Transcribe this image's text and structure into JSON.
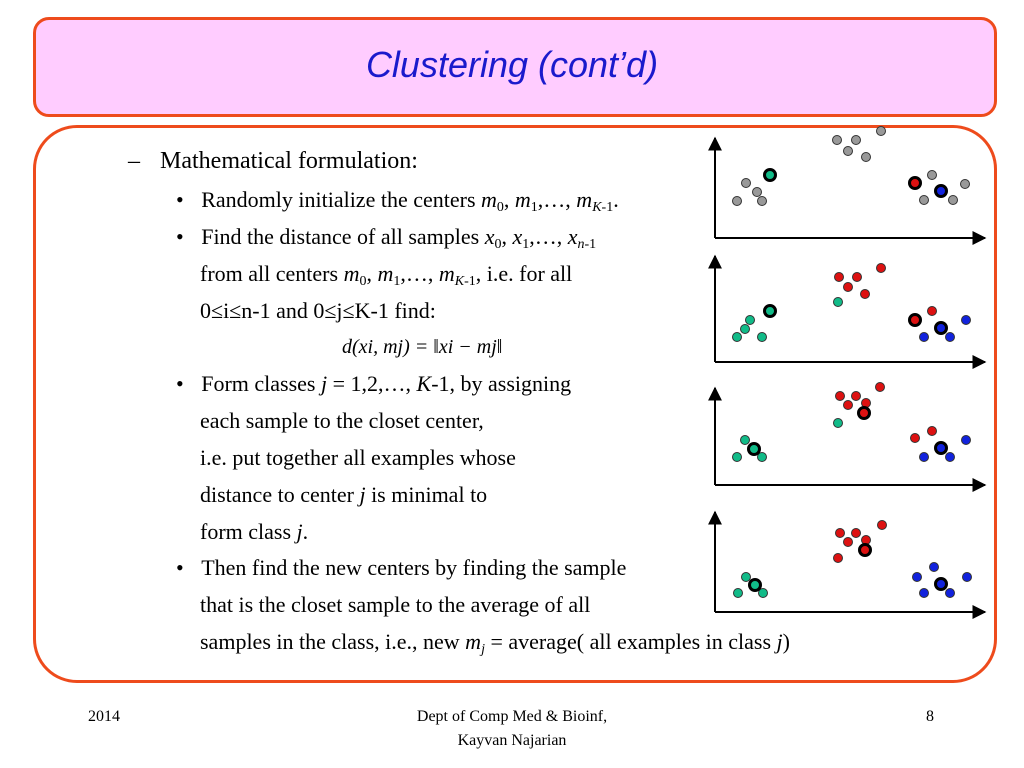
{
  "slide": {
    "title": "Clustering (cont’d)",
    "bullets": {
      "main_dash": "–",
      "main": "Mathematical formulation:",
      "dot": "•",
      "b1_pre": "Randomly initialize the centers ",
      "b2_pre": "Find the distance of all samples ",
      "b2_line2_pre": "from all centers ",
      "b2_line2_post": ", i.e. for all",
      "b2_line3": "0≤i≤n-1 and 0≤j≤K-1 find:",
      "formula": "d(xi, mj) = ‖xi − mj‖",
      "b3_pre": "Form classes ",
      "b3_mid": " = 1,2,…, ",
      "b3_post": "-1, by assigning",
      "b3_line2": "each sample to the closet center,",
      "b3_line3": "i.e. put together all examples whose",
      "b3_line4_pre": "distance to center ",
      "b3_line4_post": " is minimal to",
      "b3_line5_pre": "form class ",
      "b4_line1": "Then find the new centers by finding the sample",
      "b4_line2": "that is the closet sample to the average of all",
      "b4_line3_pre": "samples in the class, i.e., new ",
      "b4_line3_mid": " = average( all examples in class ",
      "b4_line3_post": ")"
    }
  },
  "footer": {
    "year": "2014",
    "dept_line1": "Dept of Comp Med & Bioinf,",
    "dept_line2": "Kayvan Najarian",
    "page_number": "8"
  },
  "colors": {
    "accent_border": "#ee4b1c",
    "title_bg": "#ffccff",
    "title_text": "#1a1acc",
    "gray": "#999999",
    "red": "#dd1111",
    "teal": "#11bb88",
    "blue": "#1122dd"
  },
  "icons": [
    "scatter-diagram"
  ]
}
